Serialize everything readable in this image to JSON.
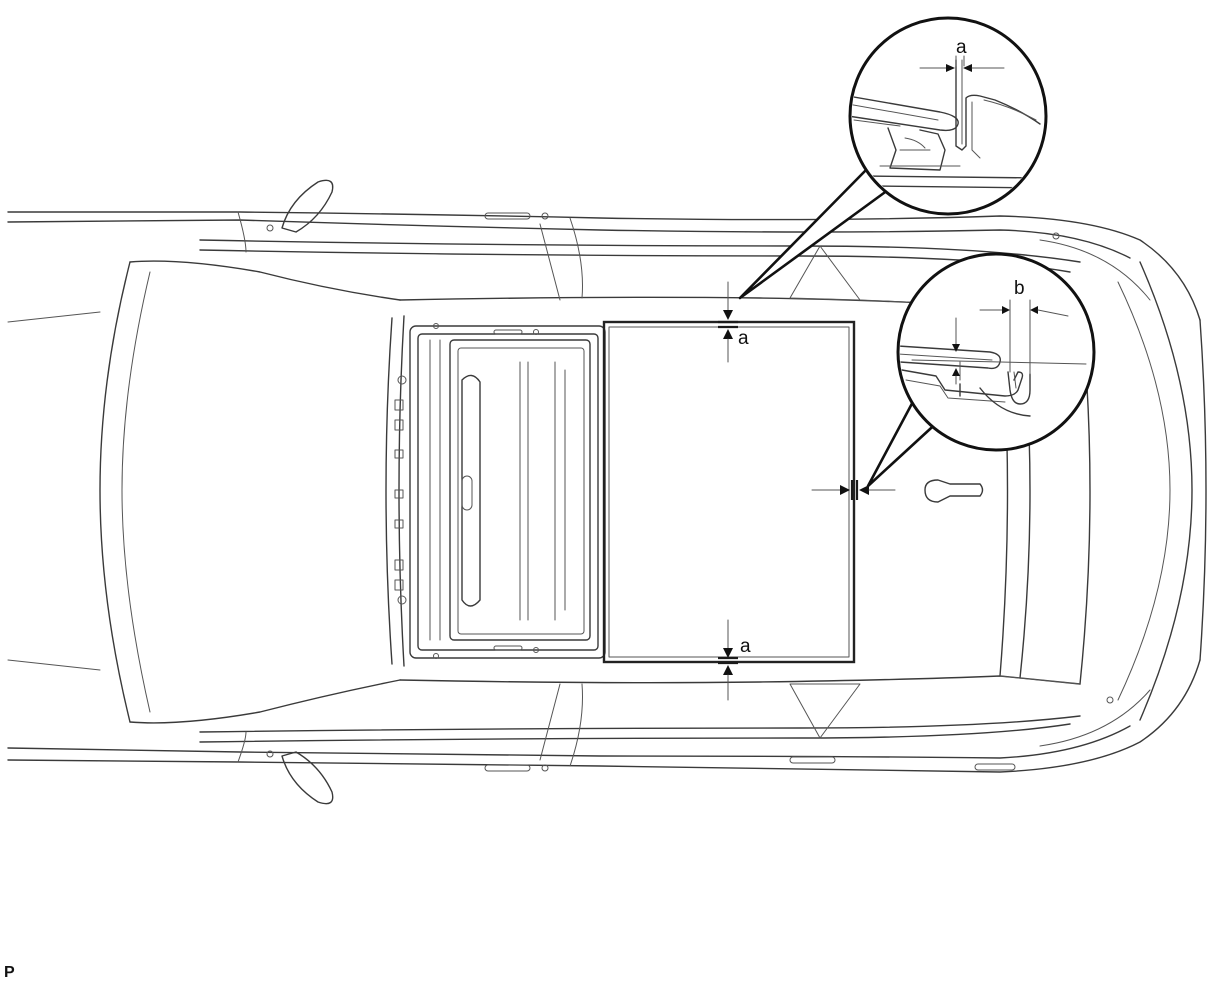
{
  "labels": {
    "dim_a": "a",
    "dim_b": "b"
  },
  "figure_code": "P"
}
